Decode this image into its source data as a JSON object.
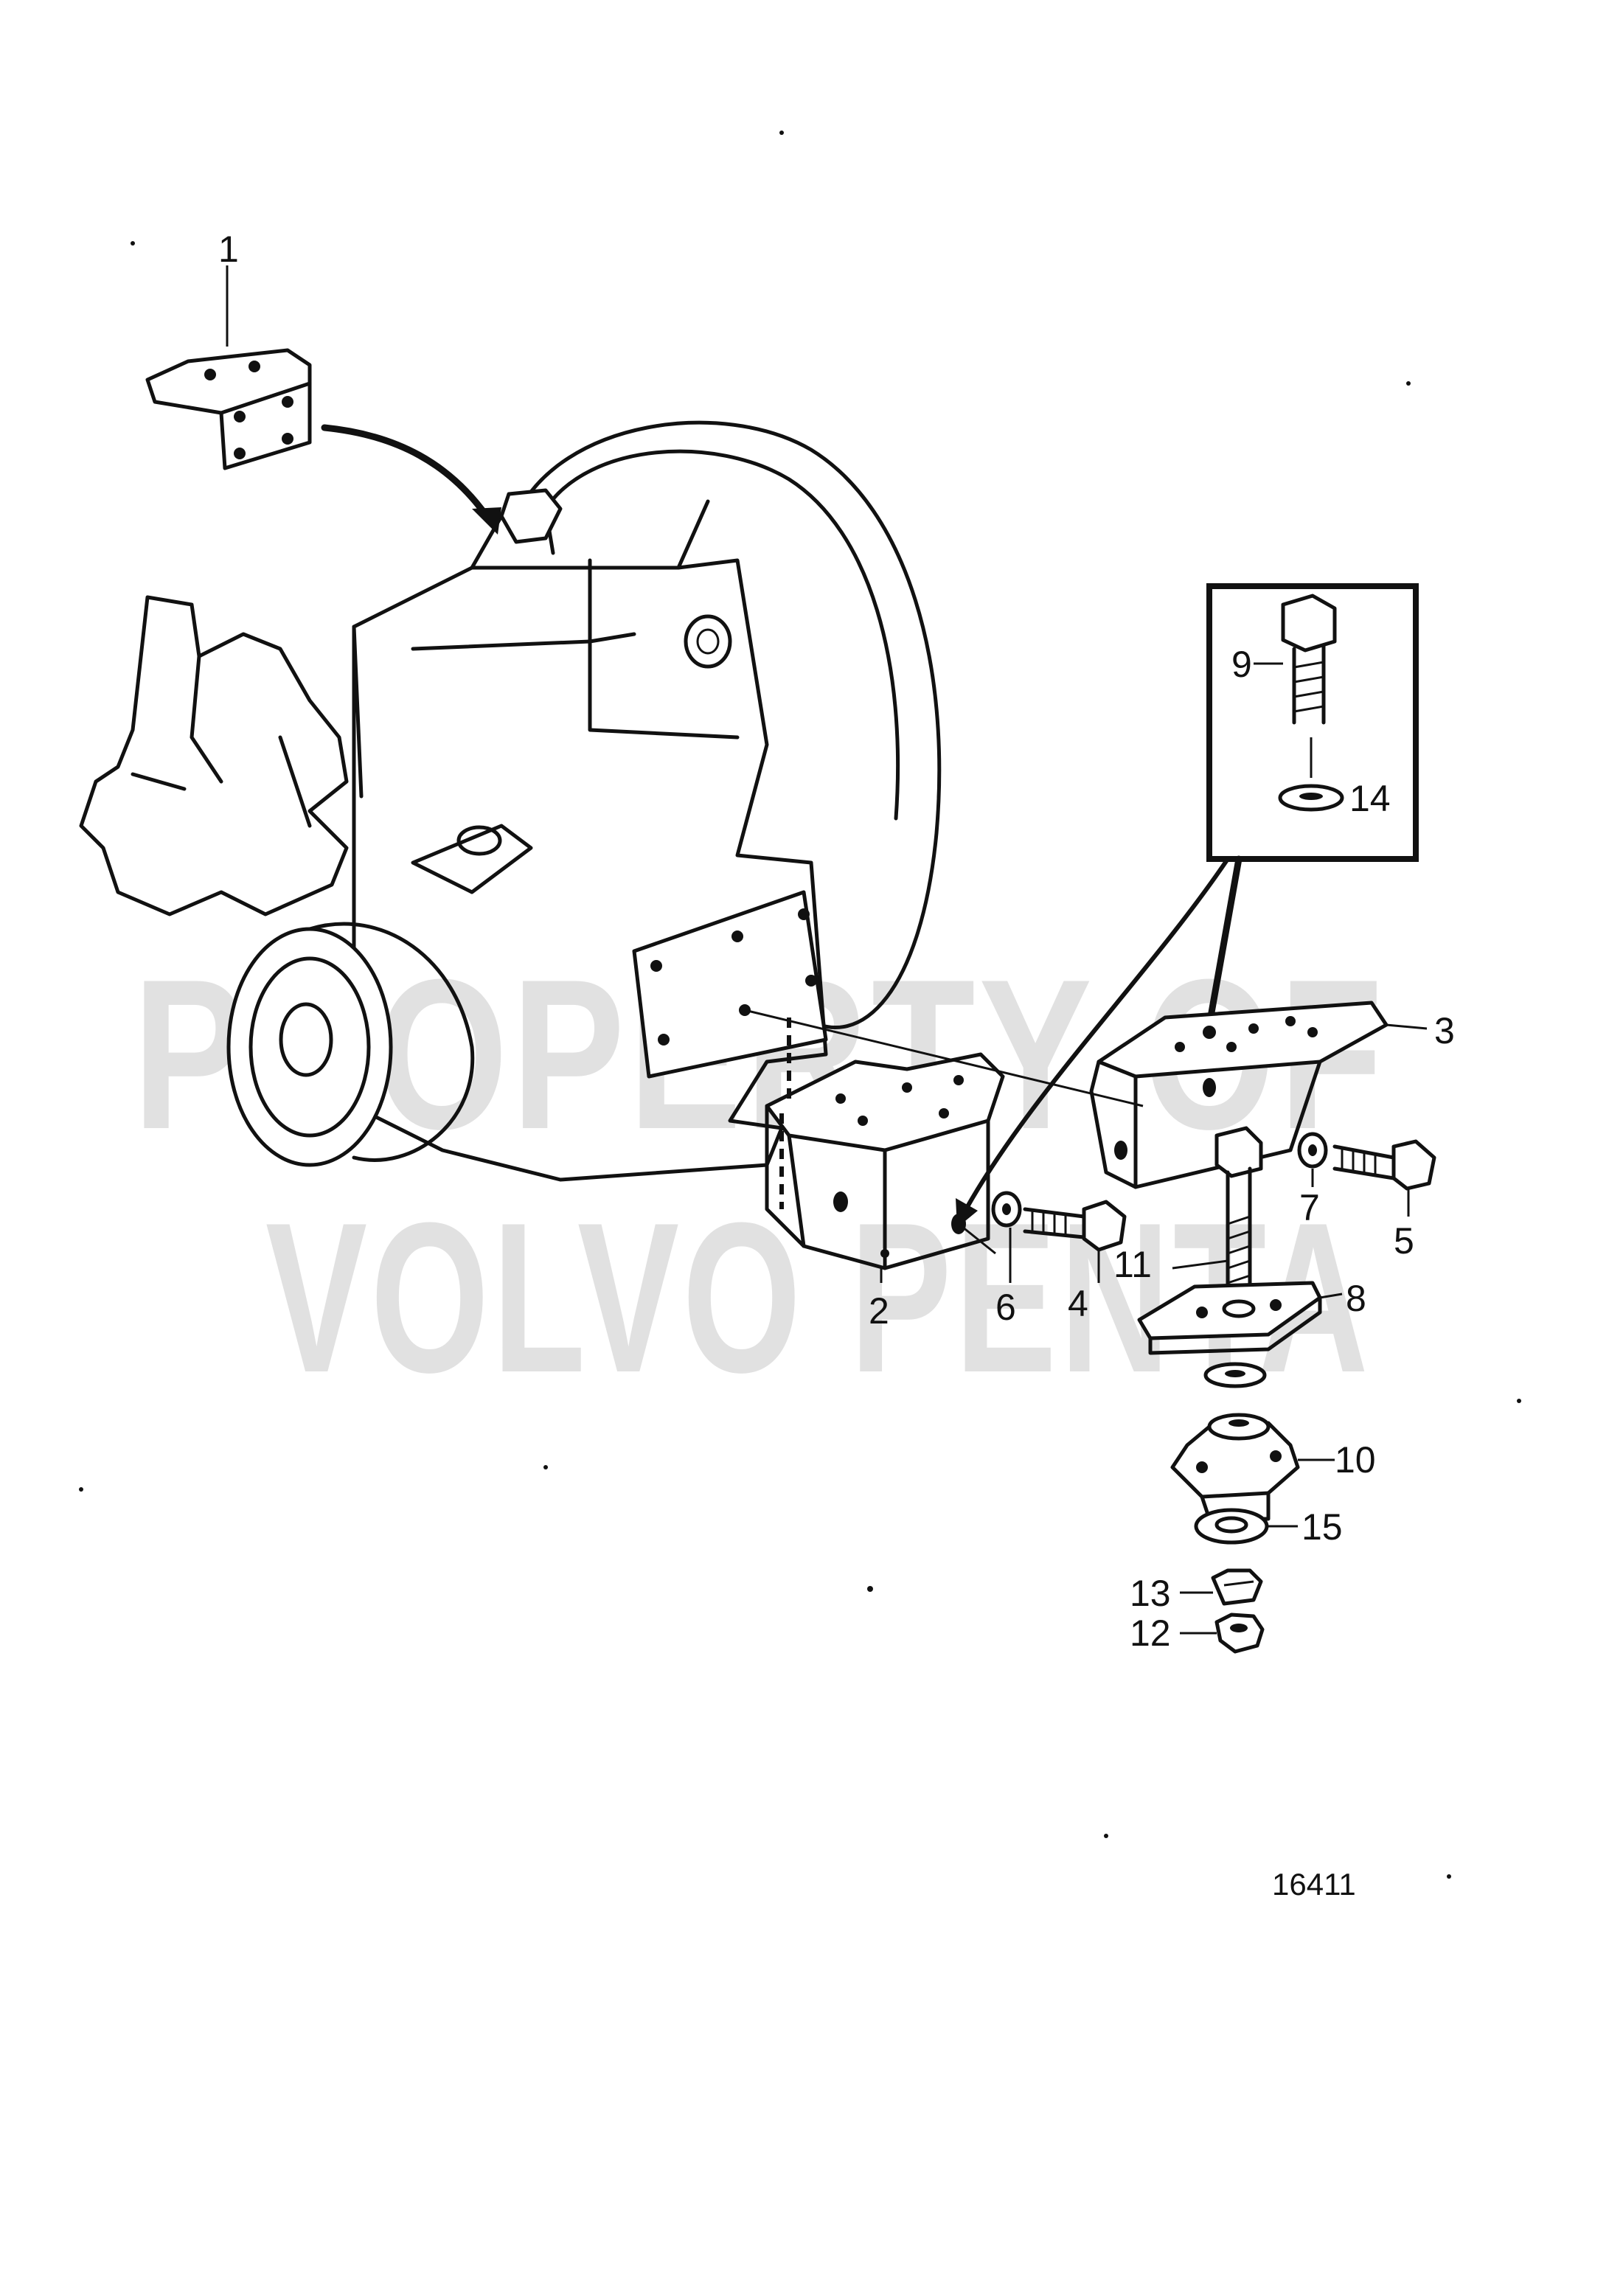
{
  "watermark": {
    "line1": "PROPERTY OF",
    "line2": "VOLVO PENTA"
  },
  "figure_number": "16411",
  "callouts": [
    {
      "id": "1",
      "label": "1"
    },
    {
      "id": "2",
      "label": "2"
    },
    {
      "id": "3",
      "label": "3"
    },
    {
      "id": "4",
      "label": "4"
    },
    {
      "id": "5",
      "label": "5"
    },
    {
      "id": "6",
      "label": "6"
    },
    {
      "id": "7",
      "label": "7"
    },
    {
      "id": "8",
      "label": "8"
    },
    {
      "id": "9",
      "label": "9"
    },
    {
      "id": "10",
      "label": "10"
    },
    {
      "id": "11",
      "label": "11"
    },
    {
      "id": "12",
      "label": "12"
    },
    {
      "id": "13",
      "label": "13"
    },
    {
      "id": "14",
      "label": "14"
    },
    {
      "id": "15",
      "label": "15"
    }
  ],
  "colors": {
    "line": "#111111",
    "background": "#ffffff",
    "watermark": "#c9c9c9"
  }
}
